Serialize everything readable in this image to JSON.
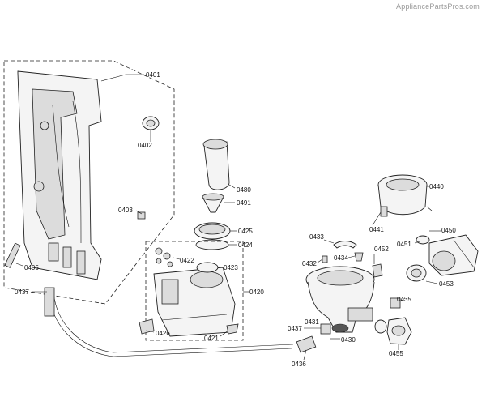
{
  "watermark": "AppliancePartsPros.com",
  "labels": {
    "p0401": "0401",
    "p0402": "0402",
    "p0403": "0403",
    "p0405": "0405",
    "p0437a": "0437",
    "p0480": "0480",
    "p0491": "0491",
    "p0425": "0425",
    "p0424": "0424",
    "p0422": "0422",
    "p0423": "0423",
    "p0420": "0420",
    "p0426": "0426",
    "p0421": "0421",
    "p0433": "0433",
    "p0432": "0432",
    "p0434": "0434",
    "p0452": "0452",
    "p0440": "0440",
    "p0441": "0441",
    "p0450": "0450",
    "p0451": "0451",
    "p0453": "0453",
    "p0435": "0435",
    "p0437b": "0437",
    "p0431": "0431",
    "p0430": "0430",
    "p0436": "0436",
    "p0455": "0455"
  }
}
